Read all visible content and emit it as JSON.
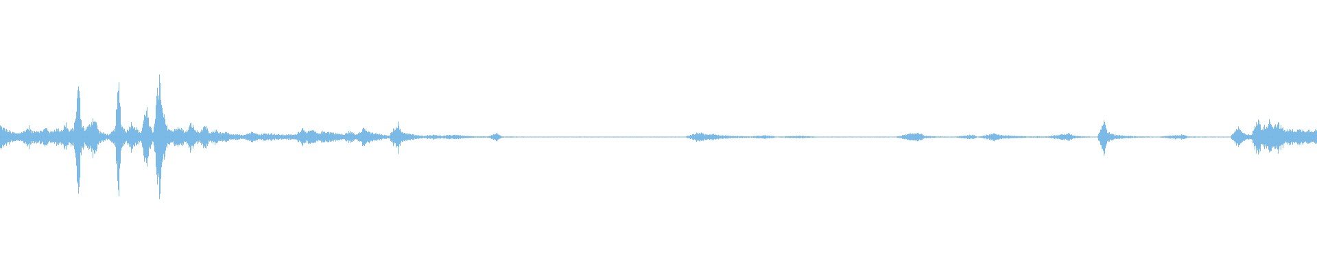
{
  "waveform": {
    "color": "#5aa9e0",
    "baseline_color": "#5aa9e0",
    "envelope": [
      [
        0.0,
        0.1
      ],
      [
        0.2,
        0.08
      ],
      [
        0.5,
        0.06
      ],
      [
        0.9,
        0.04
      ],
      [
        1.3,
        0.03
      ],
      [
        1.8,
        0.05
      ],
      [
        2.2,
        0.09
      ],
      [
        2.4,
        0.04
      ],
      [
        2.7,
        0.06
      ],
      [
        3.1,
        0.05
      ],
      [
        3.5,
        0.08
      ],
      [
        3.8,
        0.04
      ],
      [
        4.2,
        0.07
      ],
      [
        4.7,
        0.06
      ],
      [
        5.0,
        0.12
      ],
      [
        5.2,
        0.05
      ],
      [
        5.6,
        0.08
      ],
      [
        6.0,
        0.5
      ],
      [
        6.1,
        0.14
      ],
      [
        6.4,
        0.07
      ],
      [
        6.7,
        0.09
      ],
      [
        7.1,
        0.18
      ],
      [
        7.5,
        0.05
      ],
      [
        7.9,
        0.03
      ],
      [
        8.3,
        0.02
      ],
      [
        8.7,
        0.07
      ],
      [
        9.0,
        0.46
      ],
      [
        9.2,
        0.1
      ],
      [
        9.6,
        0.05
      ],
      [
        10.0,
        0.13
      ],
      [
        10.4,
        0.06
      ],
      [
        10.7,
        0.04
      ],
      [
        11.1,
        0.28
      ],
      [
        11.3,
        0.1
      ],
      [
        11.6,
        0.04
      ],
      [
        12.1,
        0.54
      ],
      [
        12.2,
        0.28
      ],
      [
        12.6,
        0.1
      ],
      [
        13.0,
        0.05
      ],
      [
        13.3,
        0.08
      ],
      [
        13.8,
        0.07
      ],
      [
        14.1,
        0.04
      ],
      [
        14.5,
        0.12
      ],
      [
        14.8,
        0.06
      ],
      [
        15.1,
        0.04
      ],
      [
        15.6,
        0.09
      ],
      [
        15.9,
        0.03
      ],
      [
        16.4,
        0.06
      ],
      [
        16.8,
        0.03
      ],
      [
        17.1,
        0.04
      ],
      [
        17.6,
        0.02
      ],
      [
        18.0,
        0.02
      ],
      [
        18.5,
        0.02
      ],
      [
        19.3,
        0.05
      ],
      [
        19.6,
        0.02
      ],
      [
        20.0,
        0.03
      ],
      [
        20.6,
        0.03
      ],
      [
        21.2,
        0.02
      ],
      [
        21.8,
        0.02
      ],
      [
        22.4,
        0.02
      ],
      [
        23.0,
        0.08
      ],
      [
        23.3,
        0.04
      ],
      [
        23.7,
        0.06
      ],
      [
        24.1,
        0.03
      ],
      [
        24.6,
        0.05
      ],
      [
        25.1,
        0.04
      ],
      [
        25.6,
        0.03
      ],
      [
        26.1,
        0.02
      ],
      [
        26.5,
        0.05
      ],
      [
        27.0,
        0.02
      ],
      [
        27.6,
        0.08
      ],
      [
        28.0,
        0.04
      ],
      [
        28.5,
        0.03
      ],
      [
        29.0,
        0.02
      ],
      [
        29.5,
        0.01
      ],
      [
        30.2,
        0.12
      ],
      [
        30.4,
        0.05
      ],
      [
        30.9,
        0.03
      ],
      [
        31.4,
        0.02
      ],
      [
        32.0,
        0.01
      ],
      [
        33.0,
        0.02
      ],
      [
        33.5,
        0.01
      ],
      [
        34.6,
        0.02
      ],
      [
        35.2,
        0.01
      ],
      [
        36.0,
        0.005
      ],
      [
        37.0,
        0.005
      ],
      [
        37.7,
        0.03
      ],
      [
        38.1,
        0.005
      ],
      [
        40.0,
        0.003
      ],
      [
        42.0,
        0.003
      ],
      [
        44.0,
        0.003
      ],
      [
        46.0,
        0.003
      ],
      [
        48.0,
        0.003
      ],
      [
        50.0,
        0.003
      ],
      [
        52.0,
        0.003
      ],
      [
        53.1,
        0.04
      ],
      [
        53.5,
        0.02
      ],
      [
        54.1,
        0.03
      ],
      [
        54.6,
        0.015
      ],
      [
        55.5,
        0.01
      ],
      [
        57.0,
        0.005
      ],
      [
        58.1,
        0.015
      ],
      [
        59.0,
        0.003
      ],
      [
        60.7,
        0.01
      ],
      [
        62.0,
        0.003
      ],
      [
        64.0,
        0.003
      ],
      [
        66.0,
        0.003
      ],
      [
        68.0,
        0.003
      ],
      [
        69.7,
        0.04
      ],
      [
        70.2,
        0.01
      ],
      [
        71.0,
        0.005
      ],
      [
        72.5,
        0.003
      ],
      [
        73.8,
        0.02
      ],
      [
        74.2,
        0.003
      ],
      [
        75.5,
        0.03
      ],
      [
        76.1,
        0.015
      ],
      [
        77.0,
        0.01
      ],
      [
        78.0,
        0.005
      ],
      [
        79.5,
        0.006
      ],
      [
        81.1,
        0.03
      ],
      [
        81.6,
        0.01
      ],
      [
        82.5,
        0.005
      ],
      [
        83.3,
        0.003
      ],
      [
        83.8,
        0.14
      ],
      [
        84.1,
        0.04
      ],
      [
        84.6,
        0.02
      ],
      [
        85.5,
        0.01
      ],
      [
        86.5,
        0.005
      ],
      [
        88.0,
        0.003
      ],
      [
        89.7,
        0.02
      ],
      [
        90.2,
        0.005
      ],
      [
        92.0,
        0.003
      ],
      [
        93.4,
        0.003
      ],
      [
        94.0,
        0.08
      ],
      [
        94.4,
        0.03
      ],
      [
        95.0,
        0.02
      ],
      [
        95.5,
        0.15
      ],
      [
        95.8,
        0.07
      ],
      [
        96.4,
        0.14
      ],
      [
        96.7,
        0.1
      ],
      [
        97.0,
        0.12
      ],
      [
        97.5,
        0.06
      ]
    ]
  }
}
